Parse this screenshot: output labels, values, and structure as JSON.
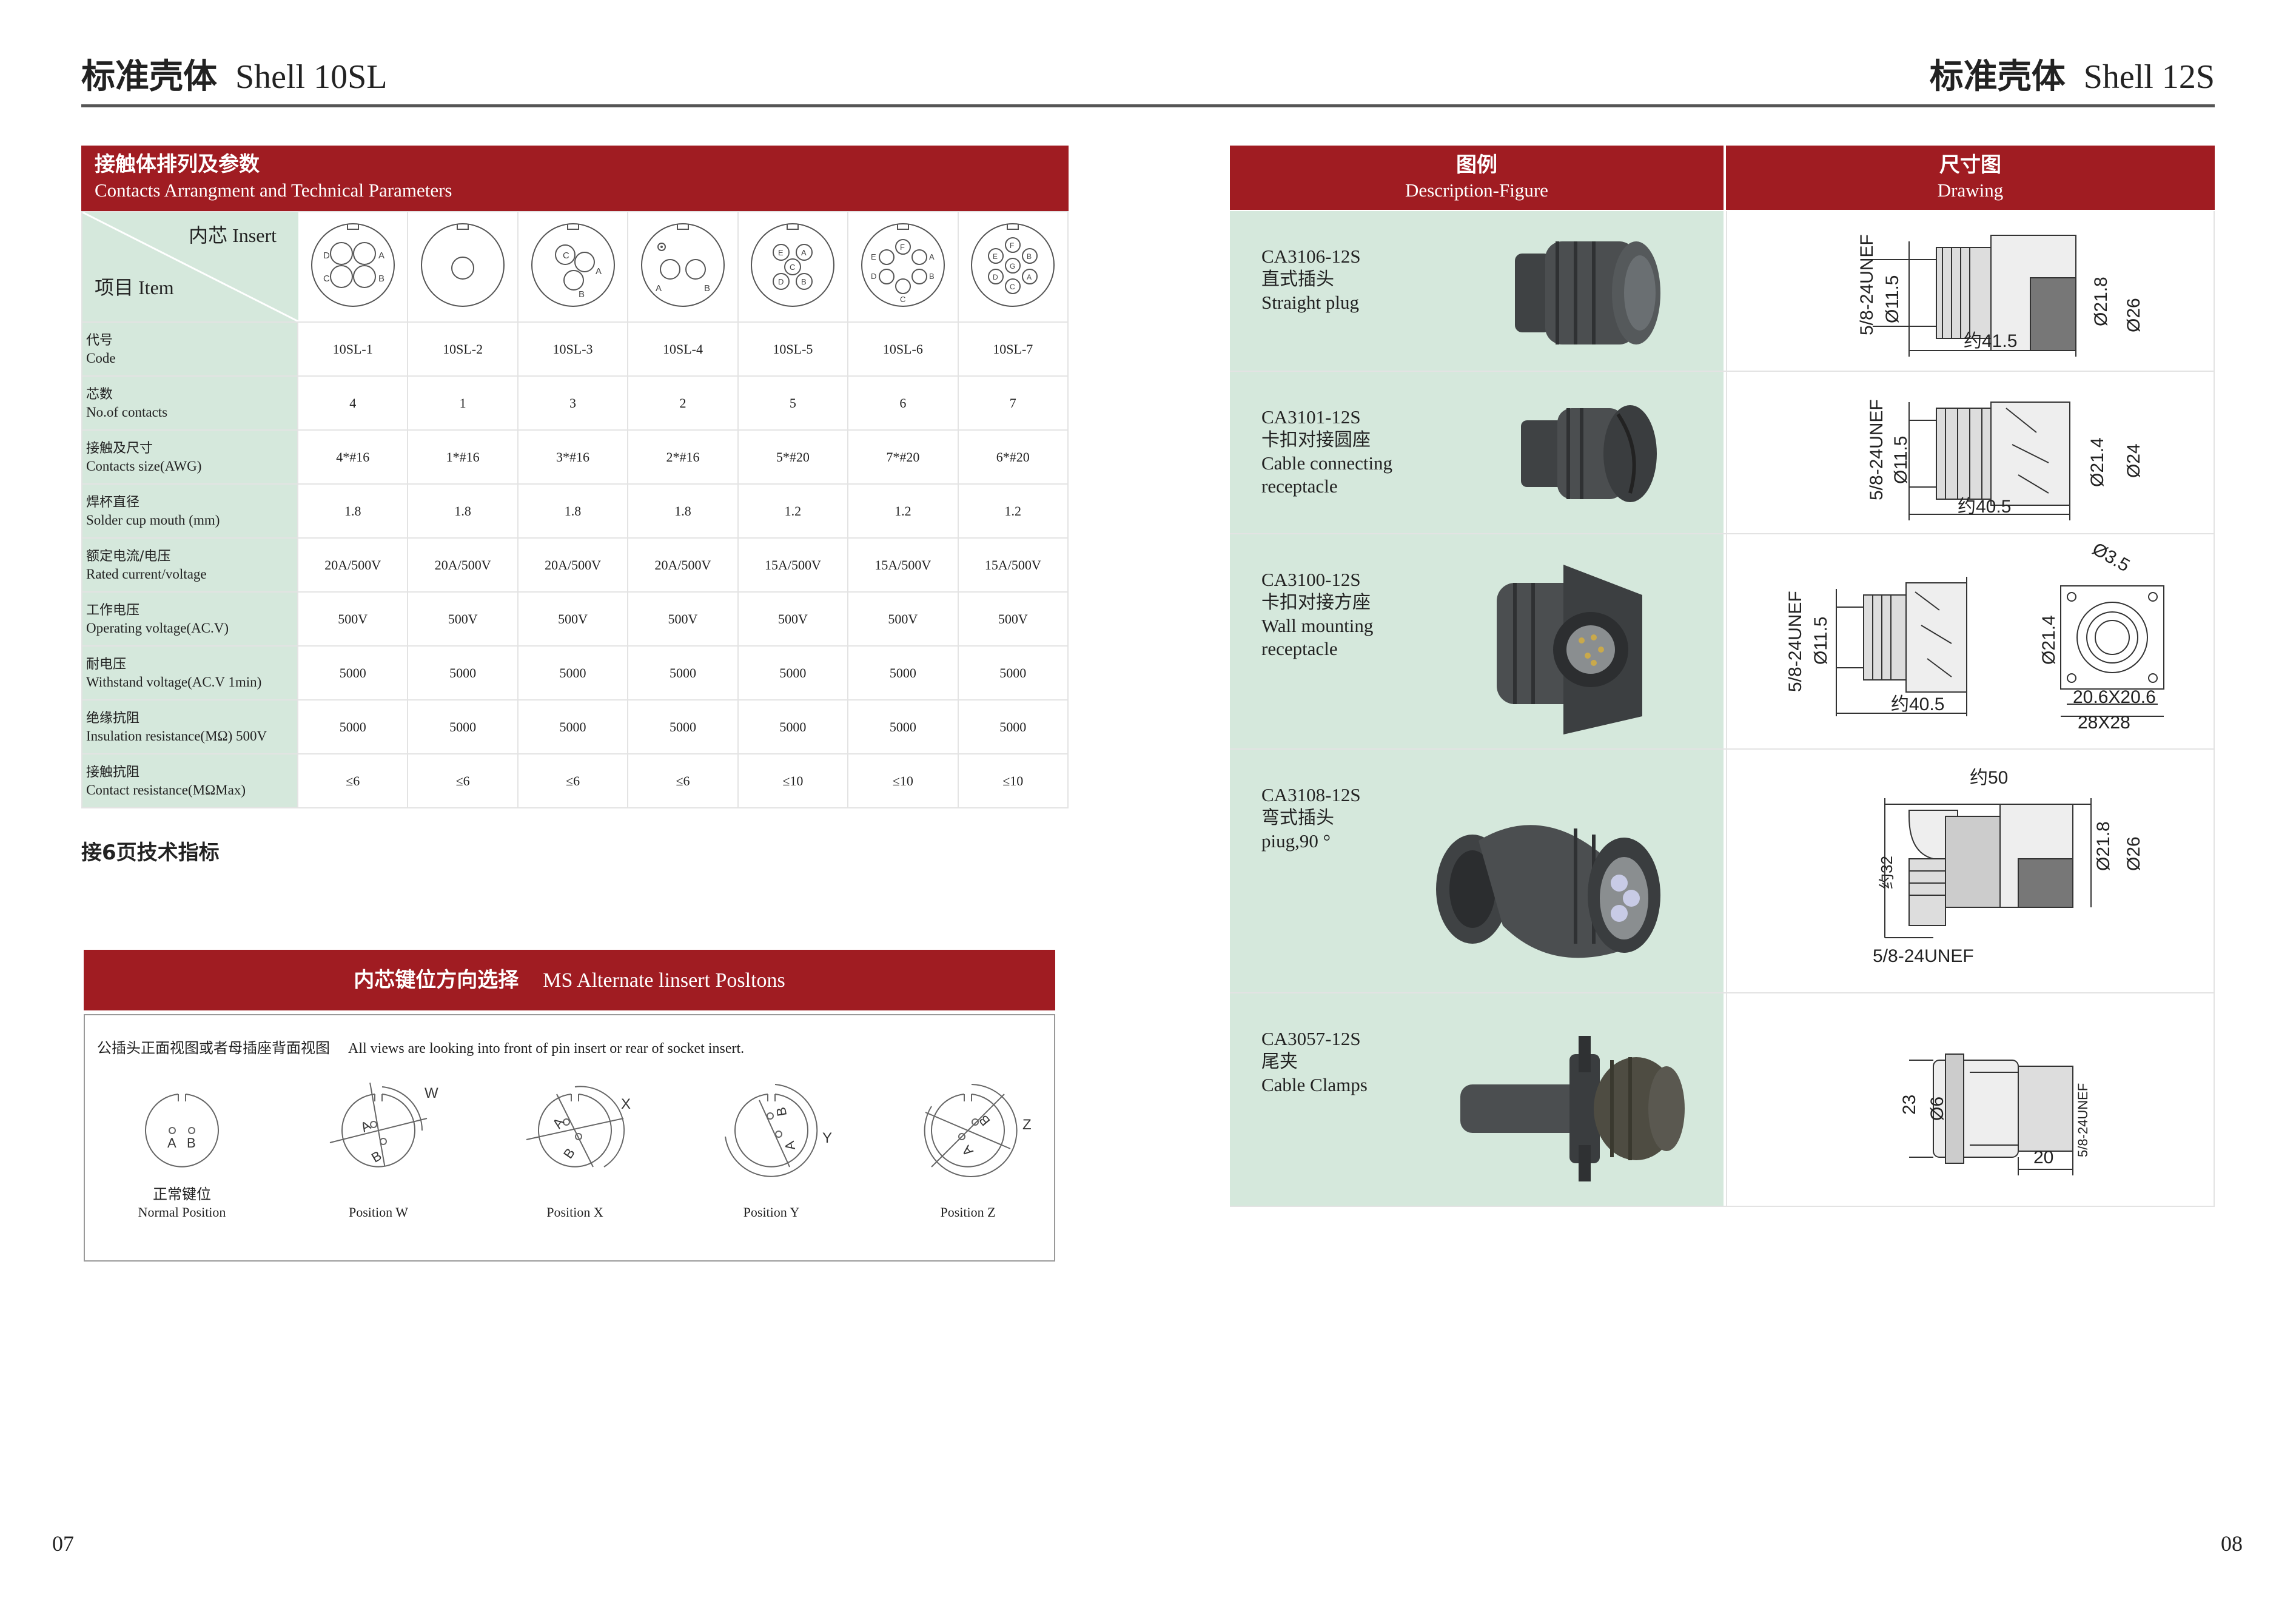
{
  "left_header": {
    "cn": "标准壳体",
    "en": "Shell 10SL"
  },
  "right_header": {
    "cn": "标准壳体",
    "en": "Shell 12S"
  },
  "params": {
    "title_cn": "接触体排列及参数",
    "title_en": "Contacts Arrangment and Technical Parameters",
    "corner_insert_cn": "内芯",
    "corner_insert_en": "Insert",
    "corner_item_cn": "项目",
    "corner_item_en": "Item",
    "rows": [
      {
        "cn": "代号",
        "en": "Code",
        "values": [
          "10SL-1",
          "10SL-2",
          "10SL-3",
          "10SL-4",
          "10SL-5",
          "10SL-6",
          "10SL-7"
        ]
      },
      {
        "cn": "芯数",
        "en": "No.of contacts",
        "values": [
          "4",
          "1",
          "3",
          "2",
          "5",
          "6",
          "7"
        ]
      },
      {
        "cn": "接触及尺寸",
        "en": "Contacts size(AWG)",
        "values": [
          "4*#16",
          "1*#16",
          "3*#16",
          "2*#16",
          "5*#20",
          "7*#20",
          "6*#20"
        ]
      },
      {
        "cn": "焊杯直径",
        "en": "Solder cup mouth (mm)",
        "values": [
          "1.8",
          "1.8",
          "1.8",
          "1.8",
          "1.2",
          "1.2",
          "1.2"
        ]
      },
      {
        "cn": "额定电流/电压",
        "en": "Rated current/voltage",
        "values": [
          "20A/500V",
          "20A/500V",
          "20A/500V",
          "20A/500V",
          "15A/500V",
          "15A/500V",
          "15A/500V"
        ]
      },
      {
        "cn": "工作电压",
        "en": "Operating voltage(AC.V)",
        "values": [
          "500V",
          "500V",
          "500V",
          "500V",
          "500V",
          "500V",
          "500V"
        ]
      },
      {
        "cn": "耐电压",
        "en": "Withstand voltage(AC.V 1min)",
        "values": [
          "5000",
          "5000",
          "5000",
          "5000",
          "5000",
          "5000",
          "5000"
        ]
      },
      {
        "cn": "绝缘抗阻",
        "en": "Insulation resistance(MΩ) 500V",
        "values": [
          "5000",
          "5000",
          "5000",
          "5000",
          "5000",
          "5000",
          "5000"
        ]
      },
      {
        "cn": "接触抗阻",
        "en": "Contact resistance(MΩMax)",
        "values": [
          "≤6",
          "≤6",
          "≤6",
          "≤6",
          "≤10",
          "≤10",
          "≤10"
        ]
      }
    ]
  },
  "note": "接6页技术指标",
  "alternate": {
    "title_cn": "内芯键位方向选择",
    "title_en": "MS Alternate linsert Posltons",
    "desc_cn": "公插头正面视图或者母插座背面视图",
    "desc_en": "All views are looking into front of pin insert or rear of socket insert.",
    "positions": [
      {
        "cn": "正常键位",
        "en": "Normal Position",
        "letter": ""
      },
      {
        "cn": "",
        "en": "Position W",
        "letter": "W"
      },
      {
        "cn": "",
        "en": "Position X",
        "letter": "X"
      },
      {
        "cn": "",
        "en": "Position Y",
        "letter": "Y"
      },
      {
        "cn": "",
        "en": "Position Z",
        "letter": "Z"
      }
    ]
  },
  "products_header": {
    "desc_cn": "图例",
    "desc_en": "Description-Figure",
    "draw_cn": "尺寸图",
    "draw_en": "Drawing"
  },
  "products": [
    {
      "code": "CA3106-12S",
      "cn": "直式插头",
      "en": [
        "Straight plug"
      ],
      "dims": [
        "5/8-24UNEF",
        "Ø11.5",
        "Ø21.8",
        "Ø26",
        "约41.5"
      ]
    },
    {
      "code": "CA3101-12S",
      "cn": "卡扣对接圆座",
      "en": [
        "Cable connecting",
        "receptacle"
      ],
      "dims": [
        "5/8-24UNEF",
        "Ø11.5",
        "Ø21.4",
        "Ø24",
        "约40.5"
      ]
    },
    {
      "code": "CA3100-12S",
      "cn": "卡扣对接方座",
      "en": [
        "Wall mounting",
        "receptacle"
      ],
      "dims": [
        "5/8-24UNEF",
        "Ø11.5",
        "Ø21.4",
        "约40.5",
        "Ø3.5",
        "20.6X20.6",
        "28X28"
      ]
    },
    {
      "code": "CA3108-12S",
      "cn": "弯式插头",
      "en": [
        "piug,90 °"
      ],
      "dims": [
        "约50",
        "约32",
        "Ø21.8",
        "Ø26",
        "5/8-24UNEF"
      ]
    },
    {
      "code": "CA3057-12S",
      "cn": "尾夹",
      "en": [
        "Cable Clamps"
      ],
      "dims": [
        "23",
        "Ø6",
        "20",
        "5/8-24UNEF"
      ]
    }
  ],
  "page_left": "07",
  "page_right": "08"
}
